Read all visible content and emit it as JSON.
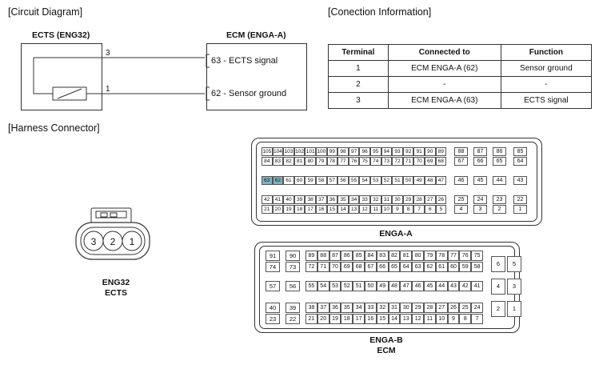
{
  "sections": {
    "circuit": "[Circuit Diagram]",
    "connection": "[Conection Information]",
    "harness": "[Harness Connector]"
  },
  "circuit": {
    "ects_title": "ECTS (ENG32)",
    "ecm_title": "ECM (ENGA-A)",
    "pin_top": "3",
    "pin_bottom": "1",
    "ecm_top": "63 - ECTS signal",
    "ecm_bottom": "62 - Sensor ground"
  },
  "table": {
    "headers": [
      "Terminal",
      "Connected to",
      "Function"
    ],
    "rows": [
      [
        "1",
        "ECM ENGA-A (62)",
        "Sensor ground"
      ],
      [
        "2",
        "-",
        "-"
      ],
      [
        "3",
        "ECM ENGA-A (63)",
        "ECTS signal"
      ]
    ]
  },
  "eng32": {
    "pins": [
      "3",
      "2",
      "1"
    ],
    "label1": "ENG32",
    "label2": "ECTS"
  },
  "enga_a": {
    "label": "ENGA-A",
    "row1": [
      "105",
      "104",
      "103",
      "102",
      "101",
      "100",
      "99",
      "98",
      "97",
      "96",
      "95",
      "94",
      "93",
      "92",
      "91",
      "90",
      "89"
    ],
    "row2": [
      "84",
      "83",
      "82",
      "81",
      "80",
      "79",
      "78",
      "77",
      "76",
      "75",
      "74",
      "73",
      "72",
      "71",
      "70",
      "69",
      "68"
    ],
    "row3": [
      "63",
      "62",
      "61",
      "60",
      "59",
      "58",
      "57",
      "56",
      "55",
      "54",
      "53",
      "52",
      "51",
      "50",
      "49",
      "48",
      "47"
    ],
    "row4": [
      "42",
      "41",
      "40",
      "39",
      "38",
      "37",
      "36",
      "35",
      "34",
      "33",
      "32",
      "31",
      "30",
      "29",
      "28",
      "27",
      "26"
    ],
    "row5": [
      "21",
      "20",
      "19",
      "18",
      "17",
      "16",
      "15",
      "14",
      "13",
      "12",
      "11",
      "10",
      "9",
      "8",
      "7",
      "6",
      "5"
    ],
    "big": [
      [
        "88",
        "87",
        "86",
        "85"
      ],
      [
        "67",
        "66",
        "65",
        "64"
      ],
      [
        "46",
        "45",
        "44",
        "43"
      ],
      [
        "25",
        "24",
        "23",
        "22"
      ],
      [
        "4",
        "3",
        "2",
        "1"
      ]
    ],
    "highlight": [
      "63",
      "62"
    ]
  },
  "enga_b": {
    "label1": "ENGA-B",
    "label2": "ECM",
    "left": [
      [
        "91",
        "90"
      ],
      [
        "74",
        "73"
      ],
      [
        "57",
        "56"
      ],
      [
        "40",
        "39"
      ],
      [
        "23",
        "22"
      ]
    ],
    "row1": [
      "89",
      "88",
      "87",
      "86",
      "85",
      "84",
      "83",
      "82",
      "81",
      "80",
      "79",
      "78",
      "77",
      "76",
      "75"
    ],
    "row2": [
      "72",
      "71",
      "70",
      "69",
      "68",
      "67",
      "66",
      "65",
      "64",
      "63",
      "62",
      "61",
      "60",
      "59",
      "58"
    ],
    "row3": [
      "55",
      "54",
      "53",
      "52",
      "51",
      "50",
      "49",
      "48",
      "47",
      "46",
      "45",
      "44",
      "43",
      "42",
      "41"
    ],
    "row4": [
      "38",
      "37",
      "36",
      "35",
      "34",
      "33",
      "32",
      "31",
      "30",
      "29",
      "28",
      "27",
      "26",
      "25",
      "24"
    ],
    "row5": [
      "21",
      "20",
      "19",
      "18",
      "17",
      "16",
      "15",
      "14",
      "13",
      "12",
      "11",
      "10",
      "9",
      "8",
      "7"
    ],
    "right": [
      [
        "6",
        "5"
      ],
      [
        "4",
        "3"
      ],
      [
        "2",
        "1"
      ]
    ]
  }
}
